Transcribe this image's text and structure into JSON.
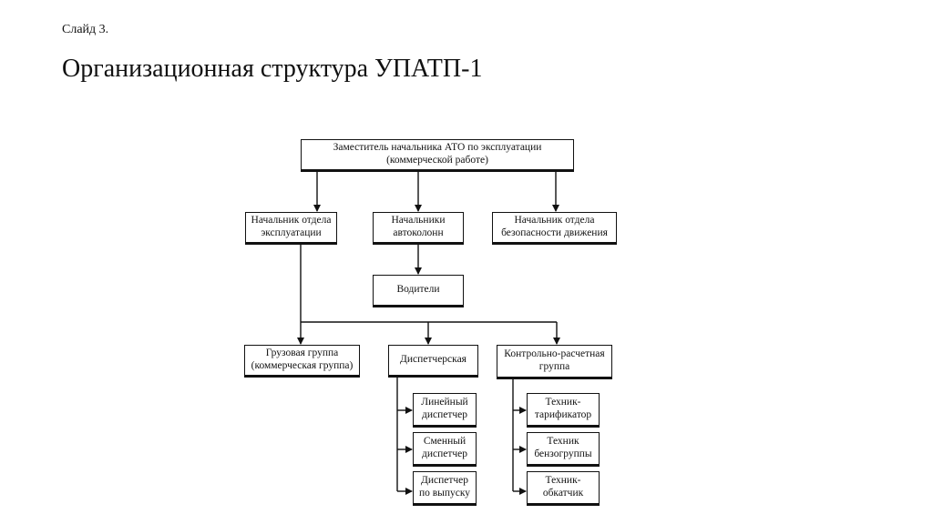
{
  "slide": {
    "number_label": "Слайд 3.",
    "title": "Организационная структура УПАТП-1"
  },
  "diagram": {
    "nodes": {
      "deputy": "Заместитель начальника АТО по эксплуатации\n(коммерческой работе)",
      "ops_head": "Начальник отдела\nэксплуатации",
      "column_heads": "Начальники\nавтоколонн",
      "safety_head": "Начальник отдела\nбезопасности движения",
      "drivers": "Водители",
      "cargo_group": "Грузовая группа\n(коммерческая группа)",
      "dispatch": "Диспетчерская",
      "control_group": "Контрольно-расчетная\nгруппа",
      "line_dispatcher": "Линейный\nдиспетчер",
      "shift_dispatcher": "Сменный\nдиспетчер",
      "release_dispatcher": "Диспетчер\nпо выпуску",
      "tech_tariff": "Техник-\nтарификатор",
      "tech_fuel": "Техник\nбензогруппы",
      "tech_runin": "Техник-\nобкатчик"
    }
  }
}
